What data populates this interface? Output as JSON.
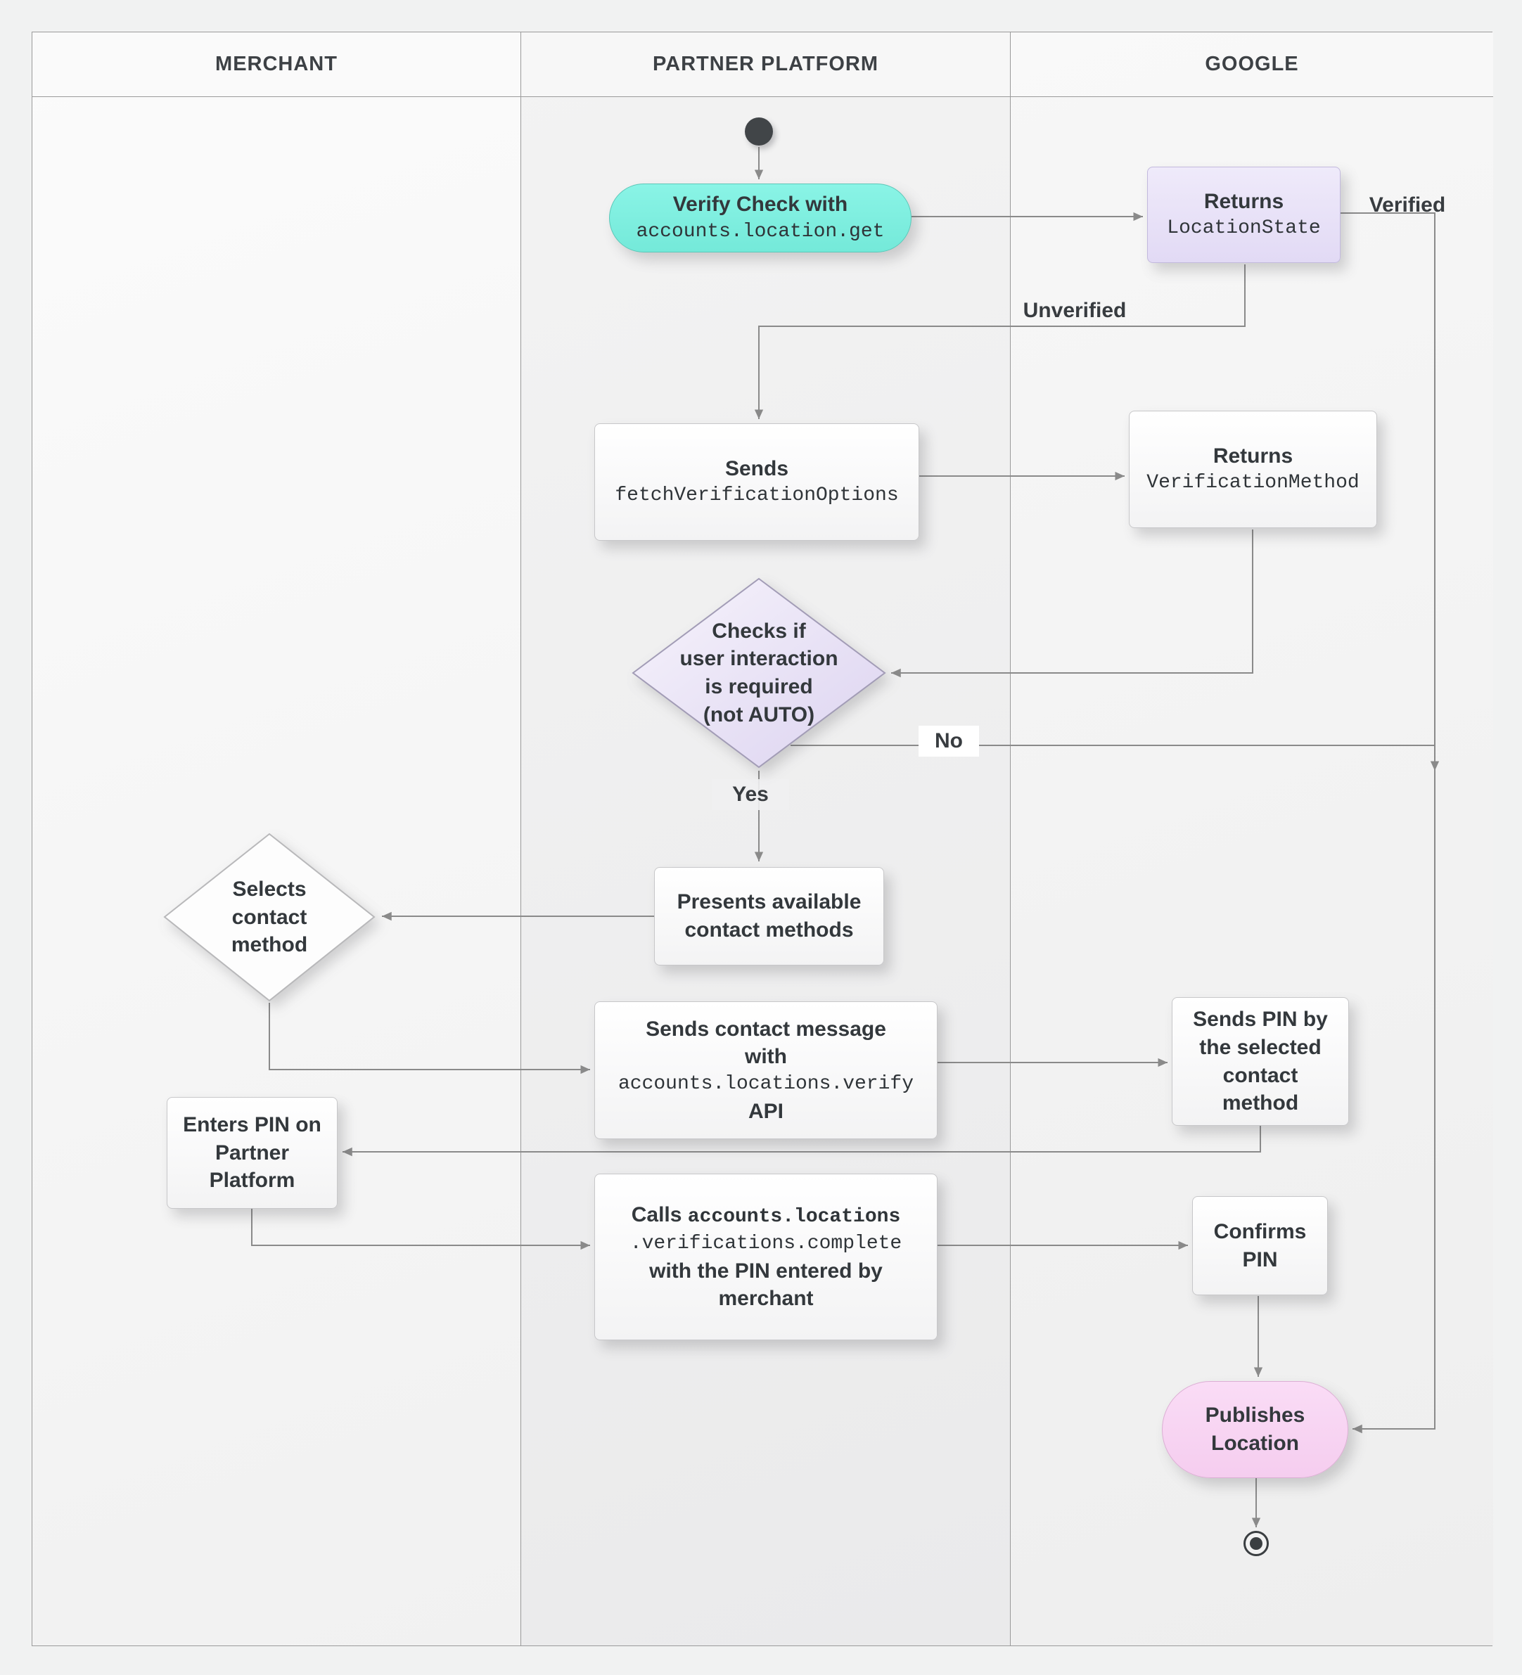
{
  "lanes": [
    {
      "label": "MERCHANT"
    },
    {
      "label": "PARTNER PLATFORM"
    },
    {
      "label": "GOOGLE"
    }
  ],
  "nodes": {
    "verify_check": {
      "title": "Verify Check with",
      "code": "accounts.location.get"
    },
    "returns_location_state": {
      "title": "Returns",
      "code": "LocationState"
    },
    "sends_fetch": {
      "title": "Sends",
      "code": "fetchVerificationOptions"
    },
    "returns_verification_method": {
      "title": "Returns",
      "code": "VerificationMethod"
    },
    "interaction_check": {
      "l1": "Checks if",
      "l2": "user interaction",
      "l3": "is required",
      "l4": "(not AUTO)"
    },
    "presents_methods": {
      "l1": "Presents available",
      "l2": "contact methods"
    },
    "selects_method": {
      "l1": "Selects",
      "l2": "contact",
      "l3": "method"
    },
    "sends_contact": {
      "l1": "Sends contact message",
      "l2": "with",
      "code": "accounts.locations.verify",
      "l3": "API"
    },
    "sends_pin": {
      "l1": "Sends PIN by",
      "l2": "the selected",
      "l3": "contact",
      "l4": "method"
    },
    "enters_pin": {
      "l1": "Enters PIN on",
      "l2": "Partner",
      "l3": "Platform"
    },
    "calls_complete": {
      "prefix": "Calls",
      "code1": "accounts.locations",
      "code2": ".verifications.complete",
      "suffix_l1": "with the PIN entered by",
      "suffix_l2": "merchant"
    },
    "confirms_pin": {
      "l1": "Confirms",
      "l2": "PIN"
    },
    "publishes_location": {
      "l1": "Publishes",
      "l2": "Location"
    }
  },
  "edge_labels": {
    "verified": "Verified",
    "unverified": "Unverified",
    "yes": "Yes",
    "no": "No"
  },
  "colors": {
    "teal": "#7DF0E1",
    "lavender": "#E8E2F7",
    "pink": "#F8D7F3",
    "line": "#8A8A8A",
    "background": "#F1F2F2"
  }
}
